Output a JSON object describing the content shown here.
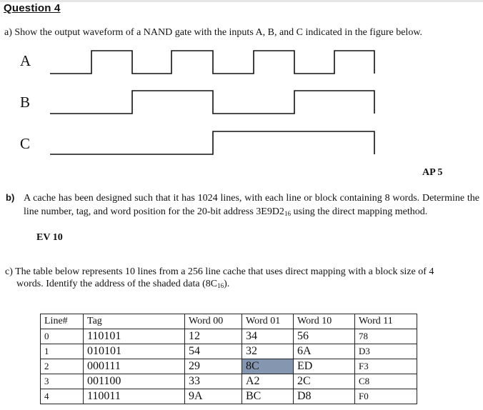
{
  "question": {
    "title": "Question 4"
  },
  "part_a": {
    "text": "a) Show the output waveform of a NAND gate with the inputs A, B, and C indicated in the figure below.",
    "signals": [
      {
        "name": "A",
        "levels": [
          0,
          1,
          0,
          1,
          0,
          1,
          0,
          1
        ]
      },
      {
        "name": "B",
        "levels": [
          0,
          0,
          1,
          1,
          0,
          0,
          1,
          1
        ]
      },
      {
        "name": "C",
        "levels": [
          0,
          0,
          0,
          0,
          1,
          1,
          1,
          1
        ]
      }
    ],
    "marks": "AP 5"
  },
  "part_b": {
    "label": "b)",
    "text_before": "A cache has been designed such that it has 1024 lines, with each line or block containing 8 words. Determine the line number, tag, and word position for the 20-bit address 3E9D2",
    "address_base": "16",
    "text_after": " using the direct mapping method.",
    "marks": "EV 10"
  },
  "part_c": {
    "line1": "c) The table below represents 10 lines from a 256 line cache that uses direct mapping with a block size of 4",
    "line2_before": "words. Identify the address of the shaded data (8C",
    "line2_base": "16",
    "line2_after": ").",
    "table": {
      "headers": [
        "Line#",
        "Tag",
        "Word 00",
        "Word 01",
        "Word 10",
        "Word 11"
      ],
      "rows": [
        [
          "0",
          "110101",
          "12",
          "34",
          "56",
          "78"
        ],
        [
          "1",
          "010101",
          "54",
          "32",
          "6A",
          "D3"
        ],
        [
          "2",
          "000111",
          "29",
          "8C",
          "ED",
          "F3"
        ],
        [
          "3",
          "001100",
          "33",
          "A2",
          "2C",
          "C8"
        ],
        [
          "4",
          "110011",
          "9A",
          "BC",
          "D8",
          "F0"
        ]
      ],
      "shaded_cell": {
        "row": 2,
        "col": 3,
        "color": "#8496b0"
      }
    }
  }
}
